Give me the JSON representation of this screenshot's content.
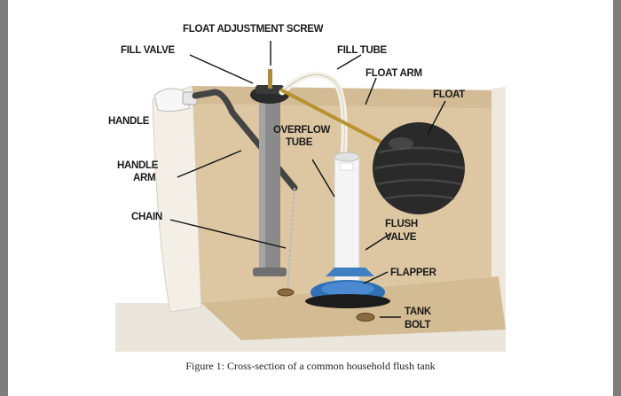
{
  "labels": {
    "float_adjustment_screw": "FLOAT ADJUSTMENT SCREW",
    "fill_valve": "FILL VALVE",
    "fill_tube": "FILL TUBE",
    "float_arm": "FLOAT ARM",
    "float": "FLOAT",
    "handle": "HANDLE",
    "overflow_tube_1": "OVERFLOW",
    "overflow_tube_2": "TUBE",
    "handle_arm_1": "HANDLE",
    "handle_arm_2": "ARM",
    "chain": "CHAIN",
    "flush_valve_1": "FLUSH",
    "flush_valve_2": "VALVE",
    "flapper": "FLAPPER",
    "tank_bolt_1": "TANK",
    "tank_bolt_2": "BOLT"
  },
  "caption": "Figure 1: Cross-section of a common household flush tank",
  "colors": {
    "tank_wall": "#dcc7a2",
    "tank_shadow": "#c9b088",
    "porcelain": "#f2ede4",
    "float_ball": "#2a2a2a",
    "flapper": "#2f6fb3",
    "fill_valve": "#8a8a8a",
    "overflow_tube": "#f4f4f4",
    "float_arm": "#b8922e"
  }
}
